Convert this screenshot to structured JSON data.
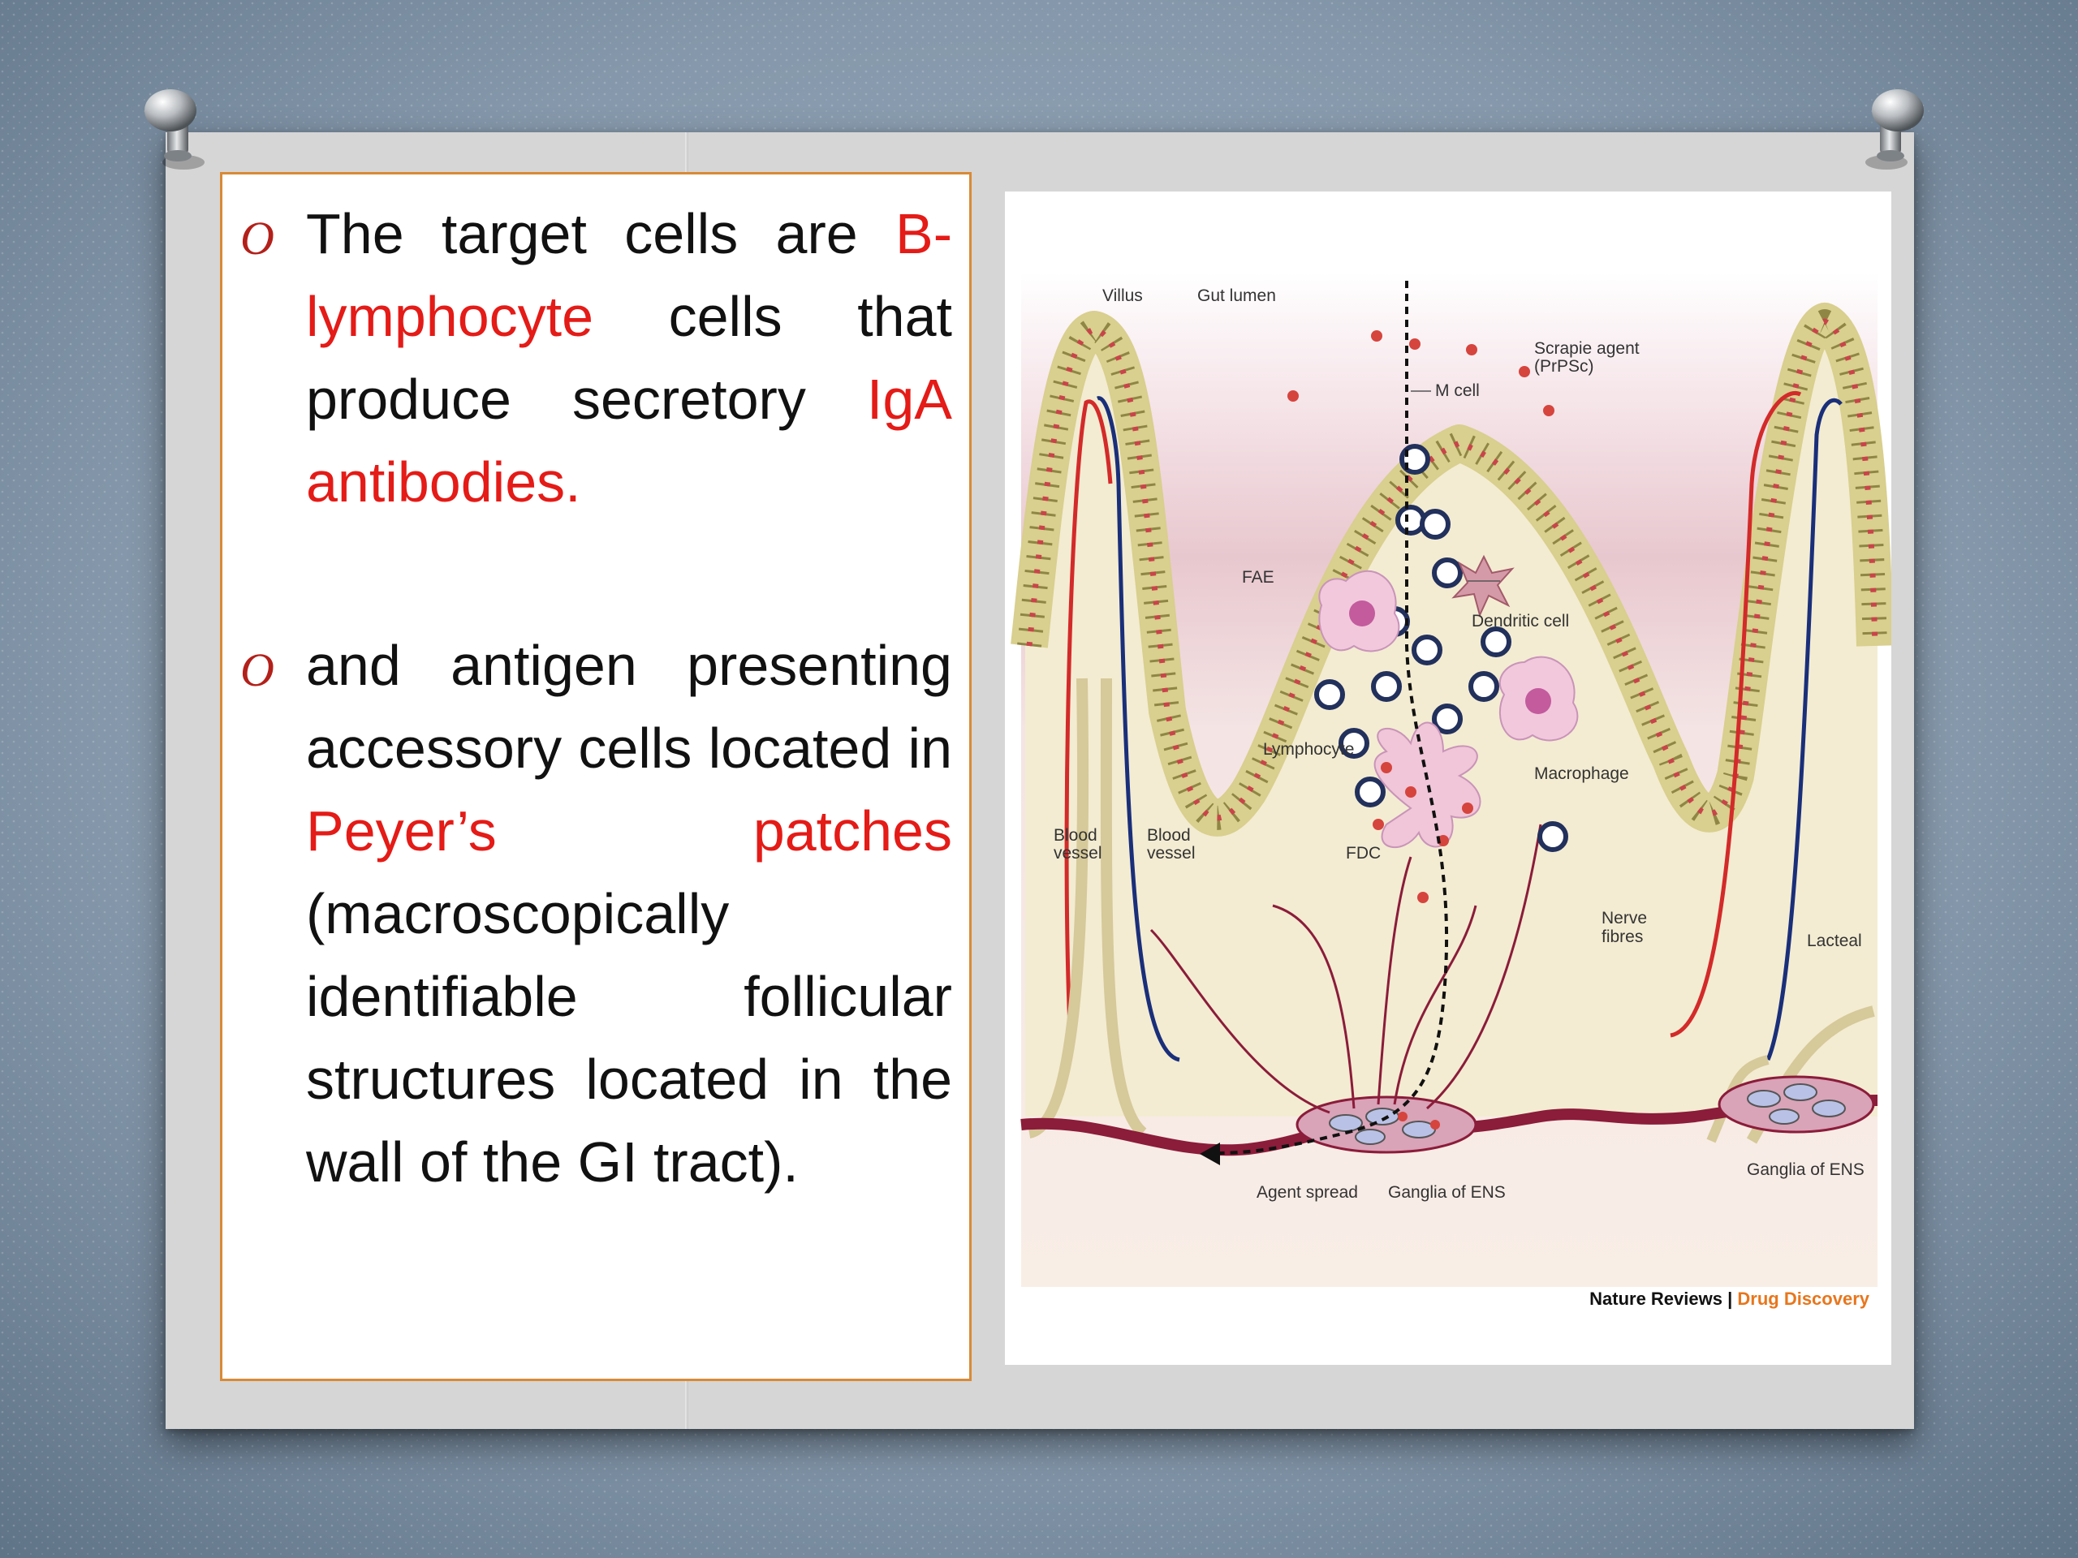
{
  "slide": {
    "bullets": [
      {
        "marker": "O",
        "segments": [
          {
            "text": "The target cells are ",
            "color": "#111111"
          },
          {
            "text": "B-lymphocyte",
            "color": "#e41b17"
          },
          {
            "text": " cells that produce secretory ",
            "color": "#111111"
          },
          {
            "text": "IgA antibodies.",
            "color": "#e41b17"
          }
        ]
      },
      {
        "marker": "O",
        "segments": [
          {
            "text": "and antigen presenting accessory cells located in ",
            "color": "#111111"
          },
          {
            "text": "Peyer’s patches",
            "color": "#e41b17"
          },
          {
            "text": " (macroscopically identifiable follicular structures located in the wall of the GI tract).",
            "color": "#111111"
          }
        ]
      }
    ]
  },
  "figure": {
    "labels": {
      "villus": "Villus",
      "gut_lumen": "Gut lumen",
      "m_cell": "M cell",
      "scrapie_1": "Scrapie agent",
      "scrapie_2": "(PrPSc)",
      "fae": "FAE",
      "dendritic": "Dendritic cell",
      "lymphocyte": "Lymphocyte",
      "macrophage": "Macrophage",
      "blood1_1": "Blood",
      "blood1_2": "vessel",
      "blood2_1": "Blood",
      "blood2_2": "vessel",
      "fdc": "FDC",
      "nerve_1": "Nerve",
      "nerve_2": "fibres",
      "lacteal": "Lacteal",
      "agent_spread": "Agent spread",
      "ganglia_1": "Ganglia of ENS",
      "ganglia_2": "Ganglia of ENS"
    },
    "credit": {
      "journal": "Nature Reviews",
      "separator": " | ",
      "section": "Drug Discovery",
      "section_color": "#e8761c"
    }
  },
  "colors": {
    "accent_red": "#e41b17",
    "bullet_marker": "#b3201a",
    "textbox_border": "#d88a36",
    "background": "#7f93a6"
  }
}
